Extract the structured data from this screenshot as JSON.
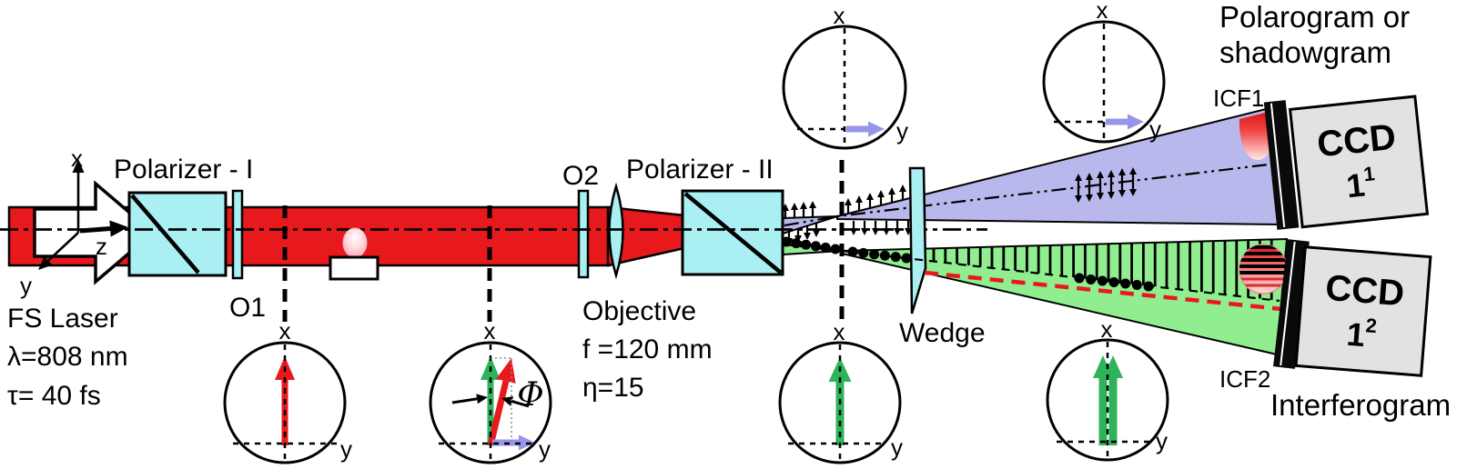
{
  "labels": {
    "polarizer1": "Polarizer - I",
    "polarizer2": "Polarizer - II",
    "o1": "O1",
    "o2": "O2",
    "laser": {
      "line1": "FS Laser",
      "line2": "λ=808 nm",
      "line3": "τ= 40 fs"
    },
    "objective": {
      "line1": "Objective",
      "line2": "f =120 mm",
      "line3": "η=15"
    },
    "wedge": "Wedge",
    "icf1": "ICF1",
    "icf2": "ICF2",
    "output_top": {
      "line1": "Polarogram or",
      "line2": "shadowgram"
    },
    "output_bottom": "Interferogram",
    "phi": "Φ",
    "ccd1": {
      "name": "CCD",
      "num": "1",
      "sup": "1"
    },
    "ccd2": {
      "name": "CCD",
      "num": "1",
      "sup": "2"
    }
  },
  "axes": {
    "x": "x",
    "y": "y",
    "z": "z"
  },
  "colors": {
    "beam_red": "#e8191c",
    "optic_cyan": "#aaf0f2",
    "beam_lavender": "#b9b8ec",
    "beam_green": "#90ee90",
    "arrow_green": "#2db45a",
    "arrow_periwinkle": "#9795e8",
    "text_periwinkle": "#9795e8",
    "text_green": "#2dbd63",
    "ccd_cyan": "#00e8e8",
    "ccd_fill": "#e2e2e2",
    "dashed_red": "#e8191c"
  }
}
